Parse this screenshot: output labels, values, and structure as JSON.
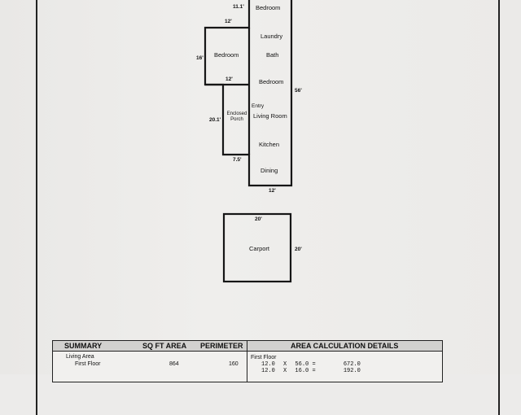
{
  "plan": {
    "dimensions": {
      "top_offset": "11.1'",
      "bedroom_top_width": "12'",
      "bedroom_left_height": "16'",
      "bedroom_bottom_width": "12'",
      "porch_height": "20.1'",
      "porch_width": "7.5'",
      "main_height": "56'",
      "main_bottom_width": "12'",
      "carport_width": "20'",
      "carport_depth": "20'"
    },
    "rooms": {
      "bedroom_top": "Bedroom",
      "laundry": "Laundry",
      "bedroom_left": "Bedroom",
      "bath": "Bath",
      "bedroom_main": "Bedroom",
      "entry": "Entry",
      "enclosed_porch_line1": "Enclosed",
      "enclosed_porch_line2": "Porch",
      "living_room": "Living Room",
      "kitchen": "Kitchen",
      "dining": "Dining",
      "carport": "Carport"
    }
  },
  "summary": {
    "headers": {
      "summary": "SUMMARY",
      "sq_ft_area": "SQ FT AREA",
      "perimeter": "PERIMETER",
      "area_calc": "AREA CALCULATION DETAILS"
    },
    "living_area_label": "Living Area",
    "first_floor_label": "First Floor",
    "first_floor_area": "864",
    "first_floor_perimeter": "160",
    "calc_section": "First Floor",
    "calc_rows": [
      {
        "a": "12.0",
        "op": "X",
        "b": "56.0",
        "eq": "=",
        "result": "672.0"
      },
      {
        "a": "12.0",
        "op": "X",
        "b": "16.0",
        "eq": "=",
        "result": "192.0"
      }
    ]
  }
}
